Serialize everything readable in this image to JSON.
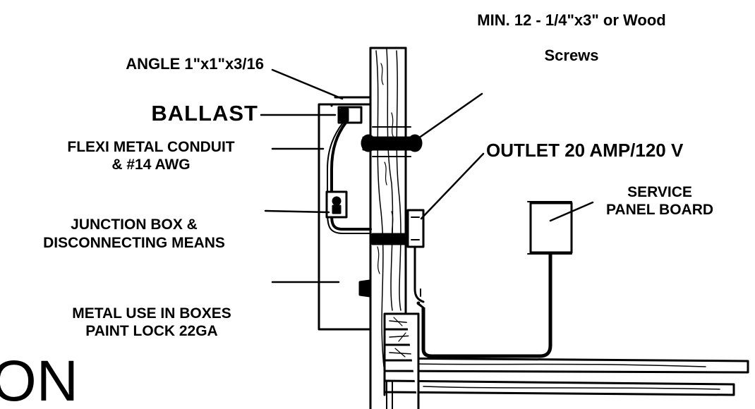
{
  "labels": {
    "screws_line1": "MIN. 12 - 1/4\"x3\" or Wood",
    "screws_line2": "Screws",
    "angle": "ANGLE 1\"x1\"x3/16",
    "ballast": "BALLAST",
    "conduit_line1": "FLEXI METAL CONDUIT",
    "conduit_line2": "& #14 AWG",
    "outlet": "OUTLET 20 AMP/120 V",
    "service_line1": "SERVICE",
    "service_line2": "PANEL BOARD",
    "junction_line1": "JUNCTION BOX &",
    "junction_line2": "DISCONNECTING MEANS",
    "metal_line1": "METAL USE IN BOXES",
    "metal_line2": "PAINT LOCK 22GA",
    "partial_word": "ON"
  },
  "colors": {
    "ink": "#000000",
    "paper": "#ffffff"
  }
}
